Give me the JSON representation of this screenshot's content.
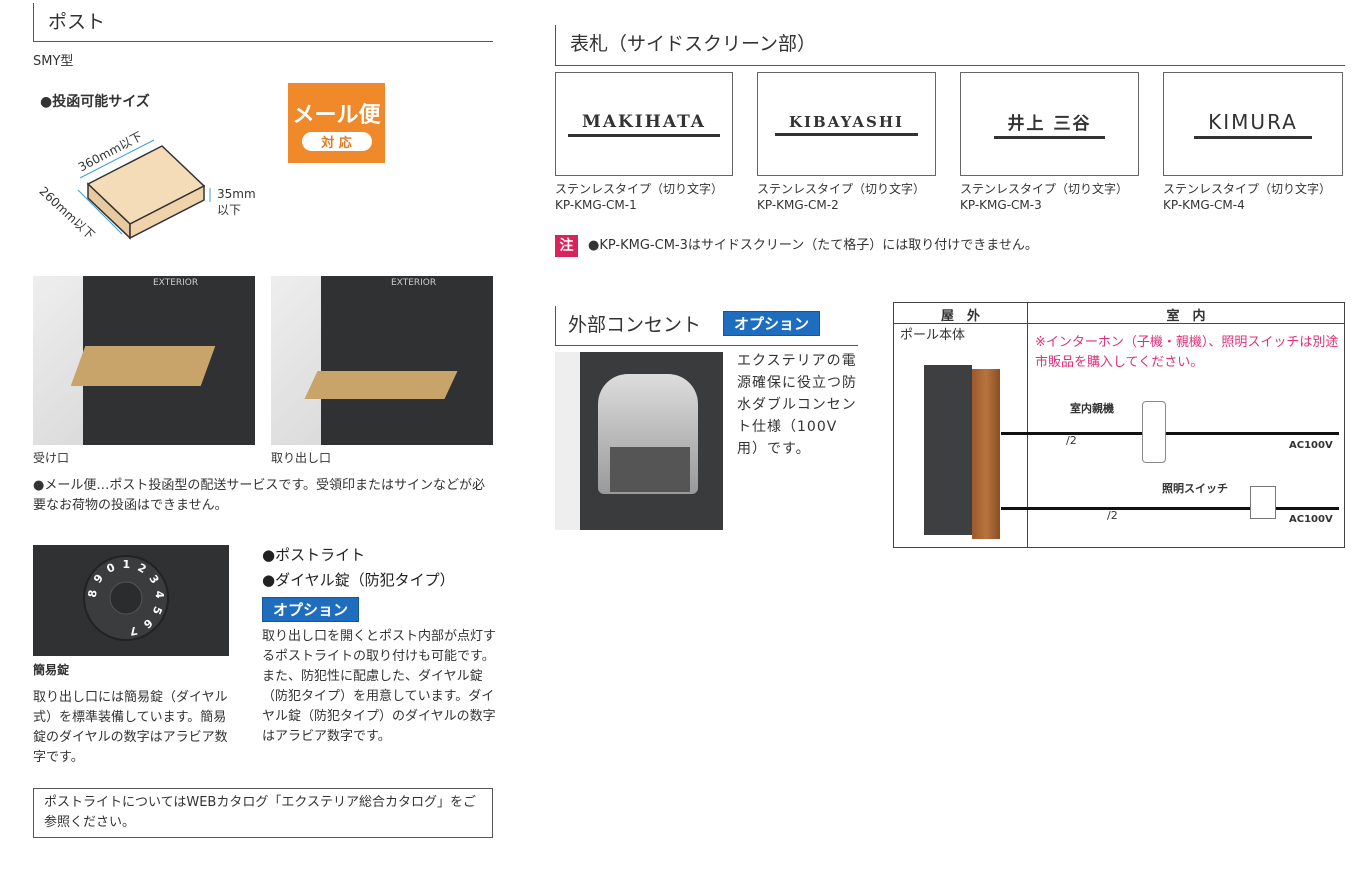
{
  "post": {
    "title": "ポスト",
    "model": "SMY型",
    "size_heading": "●投函可能サイズ",
    "dim_length": "360mm以下",
    "dim_width": "260mm以下",
    "dim_height": "35mm\n以下",
    "badge_main": "メール便",
    "badge_sub": "対 応",
    "photo1_label": "EXTERIOR",
    "photo2_label": "EXTERIOR",
    "caption1": "受け口",
    "caption2": "取り出し口",
    "mail_note": "●メール便…ポスト投函型の配送サービスです。受領印またはサインなどが必要なお荷物の投函はできません。",
    "dial_numbers": "8 9 0 1 2 3 4 5 6 7",
    "lock_caption": "簡易錠",
    "lock_text": "取り出し口には簡易錠（ダイヤル式）を標準装備しています。簡易錠のダイヤルの数字はアラビア数字です。",
    "bullet1": "●ポストライト",
    "bullet2": "●ダイヤル錠（防犯タイプ）",
    "option": "オプション",
    "option_text": "取り出し口を開くとポスト内部が点灯するポストライトの取り付けも可能です。また、防犯性に配慮した、ダイヤル錠（防犯タイプ）を用意しています。ダイヤル錠（防犯タイプ）のダイヤルの数字はアラビア数字です。",
    "note": "ポストライトについてはWEBカタログ「エクステリア総合カタログ」をご参照ください。"
  },
  "nameplate": {
    "title": "表札（サイドスクリーン部）",
    "items": [
      {
        "plate": "MAKIHATA",
        "type": "ステンレスタイプ（切り文字）",
        "code": "KP-KMG-CM-1"
      },
      {
        "plate": "KIBAYASHI",
        "type": "ステンレスタイプ（切り文字）",
        "code": "KP-KMG-CM-2"
      },
      {
        "plate": "井上 三谷",
        "type": "ステンレスタイプ（切り文字）",
        "code": "KP-KMG-CM-3"
      },
      {
        "plate": "KIMURA",
        "type": "ステンレスタイプ（切り文字）",
        "code": "KP-KMG-CM-4"
      }
    ],
    "note_mark": "注",
    "note": "●KP-KMG-CM-3はサイドスクリーン（たて格子）には取り付けできません。"
  },
  "outlet": {
    "title": "外部コンセント",
    "option": "オプション",
    "text": "エクステリアの電源確保に役立つ防水ダブルコンセント仕様（100V用）です。"
  },
  "diagram": {
    "col_outdoor": "屋　外",
    "col_indoor": "室　内",
    "pole": "ポール本体",
    "notice": "※インターホン（子機・親機）、照明スイッチは別途市販品を購入してください。",
    "notice_color": "#e0307a",
    "intercom": "室内親機",
    "switch": "照明スイッチ",
    "wire1": "2",
    "wire2": "2",
    "power1": "AC100V",
    "power2": "AC100V"
  }
}
